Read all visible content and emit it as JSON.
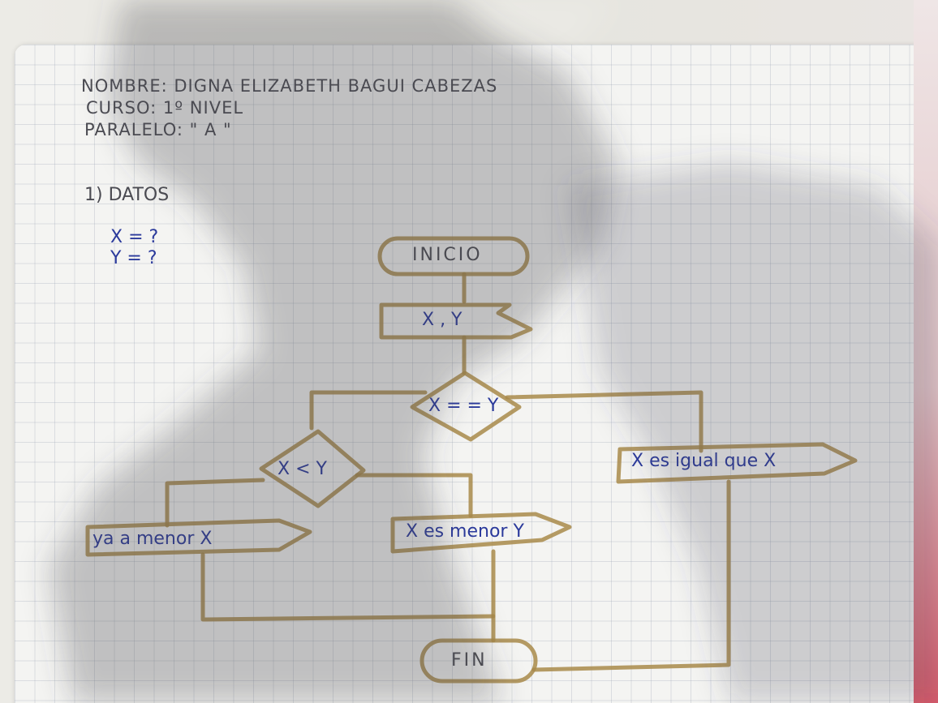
{
  "header": {
    "nombre": "NOMBRE: DIGNA ELIZABETH BAGUI CABEZAS",
    "curso": "CURSO: 1º NIVEL",
    "paralelo": "PARALELO: \" A \""
  },
  "datos": {
    "title": "1) DATOS",
    "lines": [
      "X = ?",
      "Y = ?"
    ]
  },
  "flowchart": {
    "inicio": "INICIO",
    "input": "X , Y",
    "decision_1": "X = = Y",
    "decision_2": "X < Y",
    "output_left": "ya a menor  X",
    "output_middle": "X es menor Y",
    "output_right": "X es igual que X",
    "fin": "FIN"
  },
  "colors": {
    "marker": "#a8894a",
    "blue_pen": "#2b3a9c",
    "pencil": "#4b4b52",
    "paper": "#f4f4f2"
  }
}
